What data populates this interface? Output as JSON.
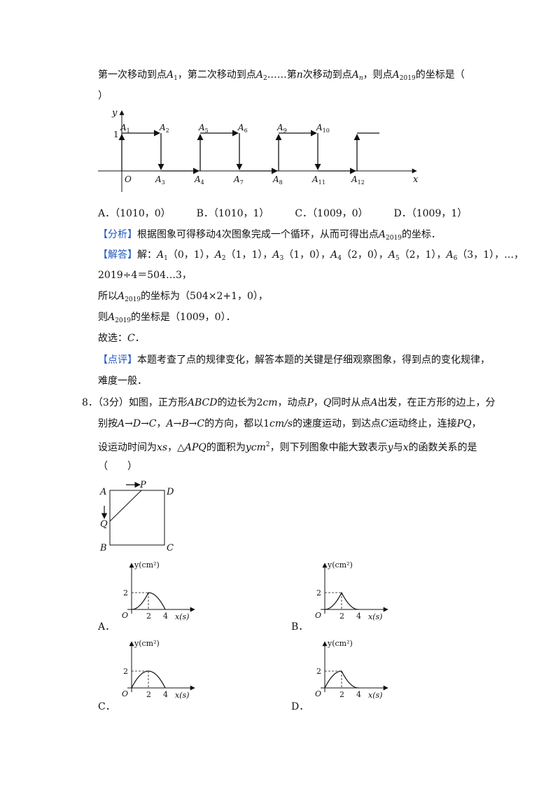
{
  "q7": {
    "stem_a": "第一次移动到点",
    "stem_b": "，第二次移动到点",
    "stem_c": "……第",
    "stem_n": "n",
    "stem_d": "次移动到点",
    "stem_e": "，则点",
    "stem_f": "的坐标是（",
    "stem_close": "）",
    "A": "A",
    "sub1": "1",
    "sub2": "2",
    "subn": "n",
    "sub2019": "2019",
    "figure": {
      "y_label": "y",
      "x_label": "x",
      "one_label": "1",
      "origin_label": "O",
      "top_points": [
        "1",
        "2",
        "5",
        "6",
        "9",
        "10"
      ],
      "bottom_points": [
        "3",
        "4",
        "7",
        "8",
        "11",
        "12"
      ]
    },
    "options": [
      {
        "letter": "A．",
        "value": "（1010，0）"
      },
      {
        "letter": "B．",
        "value": "（1010，1）"
      },
      {
        "letter": "C．",
        "value": "（1009，0）"
      },
      {
        "letter": "D．",
        "value": "（1009，1）"
      }
    ],
    "analysis_tag": "【分析】",
    "analysis_text_a": "根据图象可得移动4次图象完成一个循环，从而可得出点",
    "analysis_text_b": "的坐标．",
    "answer_tag": "【解答】",
    "answer_prefix": "解：",
    "answer_points": [
      {
        "sub": "1",
        "coord": "（0，1）"
      },
      {
        "sub": "2",
        "coord": "（1，1）"
      },
      {
        "sub": "3",
        "coord": "（1，0）"
      },
      {
        "sub": "4",
        "coord": "（2，0）"
      },
      {
        "sub": "5",
        "coord": "（2，1）"
      },
      {
        "sub": "6",
        "coord": "（3，1）"
      }
    ],
    "answer_tail": "，…，",
    "division_line": "2019÷4＝504…3，",
    "so_prefix": "所以",
    "so_rest": "的坐标为（504×2+1，0），",
    "then_prefix": "则",
    "then_rest": "的坐标是（1009，0）．",
    "choose_prefix": "故选：",
    "choose_letter": "C",
    "choose_end": "．",
    "comment_tag": "【点评】",
    "comment_text": "本题考查了点的规律变化，解答本题的关键是仔细观察图象，得到点的变化规律，",
    "comment_text2": "难度一般．"
  },
  "q8": {
    "number": "8．",
    "score": "（3分）如图，正方形",
    "abcd": "ABCD",
    "line1_b": "的边长为2",
    "cm": "cm",
    "line1_c": "，动点",
    "P": "P",
    "comma": "，",
    "Q": "Q",
    "line1_d": "同时从点",
    "A": "A",
    "line1_e": "出发，在正方形的边上，分",
    "line2_a": "别按",
    "path1": "A→D→C",
    "path2": "A→B→C",
    "line2_b": "的方向，都以1",
    "cms": "cm/s",
    "line2_c": "的速度运动，到达点",
    "C": "C",
    "line2_d": "运动终止，连接",
    "PQ": "PQ",
    "line2_e": "，",
    "line3_a": "设运动时间为",
    "xs": "xs",
    "line3_b": "，△",
    "APQ": "APQ",
    "line3_c": "的面积为",
    "ycm": "ycm",
    "sq": "2",
    "line3_d": "，则下列图象中能大致表示",
    "y": "y",
    "line3_e": "与",
    "x": "x",
    "line3_f": "的函数关系的是",
    "paren": "（　　）",
    "square": {
      "A": "A",
      "B": "B",
      "C": "C",
      "D": "D",
      "P": "P",
      "Q": "Q"
    },
    "graphs": [
      {
        "letter": "A．",
        "y_label": "y(cm²)",
        "x_label": "x(s)",
        "origin": "O",
        "y2": "2",
        "x2": "2",
        "x4": "4"
      },
      {
        "letter": "B．",
        "y_label": "y(cm²)",
        "x_label": "x(s)",
        "origin": "O",
        "y2": "2",
        "x2": "2",
        "x4": "4"
      },
      {
        "letter": "C．",
        "y_label": "y(cm²)",
        "x_label": "x(s)",
        "origin": "O",
        "y2": "2",
        "x2": "2",
        "x4": "4"
      },
      {
        "letter": "D．",
        "y_label": "y(cm²)",
        "x_label": "x(s)",
        "origin": "O",
        "y2": "2",
        "x2": "2",
        "x4": "4"
      }
    ]
  }
}
